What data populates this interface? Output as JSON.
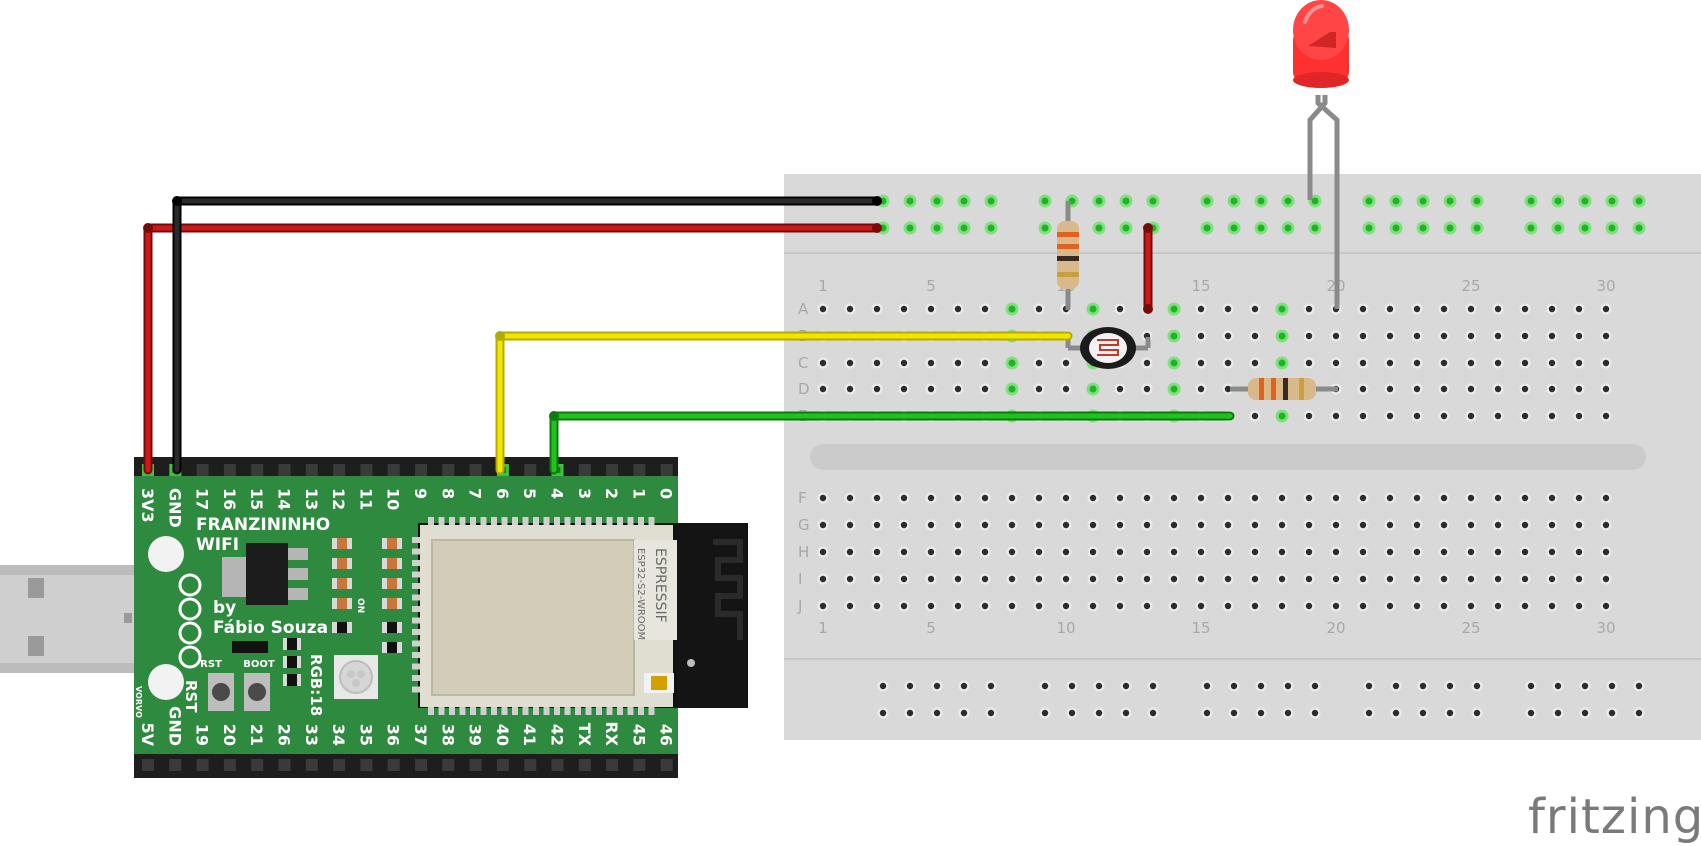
{
  "breadboard": {
    "column_labels": [
      "1",
      "5",
      "10",
      "15",
      "20",
      "25",
      "30"
    ],
    "top_rows": [
      "A",
      "B",
      "C",
      "D",
      "E"
    ],
    "bottom_rows": [
      "F",
      "G",
      "H",
      "I",
      "J"
    ]
  },
  "board": {
    "name_line1": "FRANZININHO",
    "name_line2": "WIFI",
    "by_line1": "by",
    "by_line2": "Fábio Souza",
    "top_pins": [
      "3V3",
      "GND",
      "17",
      "16",
      "15",
      "14",
      "13",
      "12",
      "11",
      "10",
      "9",
      "8",
      "7",
      "6",
      "5",
      "4",
      "3",
      "2",
      "1",
      "0"
    ],
    "bottom_pins": [
      "5V",
      "GND",
      "19",
      "20",
      "21",
      "26",
      "33",
      "34",
      "35",
      "36",
      "37",
      "38",
      "39",
      "40",
      "41",
      "42",
      "TX",
      "RX",
      "45",
      "46"
    ],
    "rst_label": "RST",
    "boot_label": "BOOT",
    "rgb_label": "RGB:18",
    "on_label": "ON",
    "rst_side_label": "RST",
    "vorvo_label": "VORVO",
    "module_brand": "ESPRESSIF",
    "module_model": "ESP32-S2-WROOM"
  },
  "logo": {
    "text": "fritzing"
  },
  "colors": {
    "wire_red": "#cc1a1a",
    "wire_black": "#1a1a1a",
    "wire_yellow": "#f2e600",
    "wire_green": "#1fc21f",
    "board_green": "#2e8a3e",
    "led_red": "#ff3030",
    "breadboard": "#d9d9d9"
  }
}
